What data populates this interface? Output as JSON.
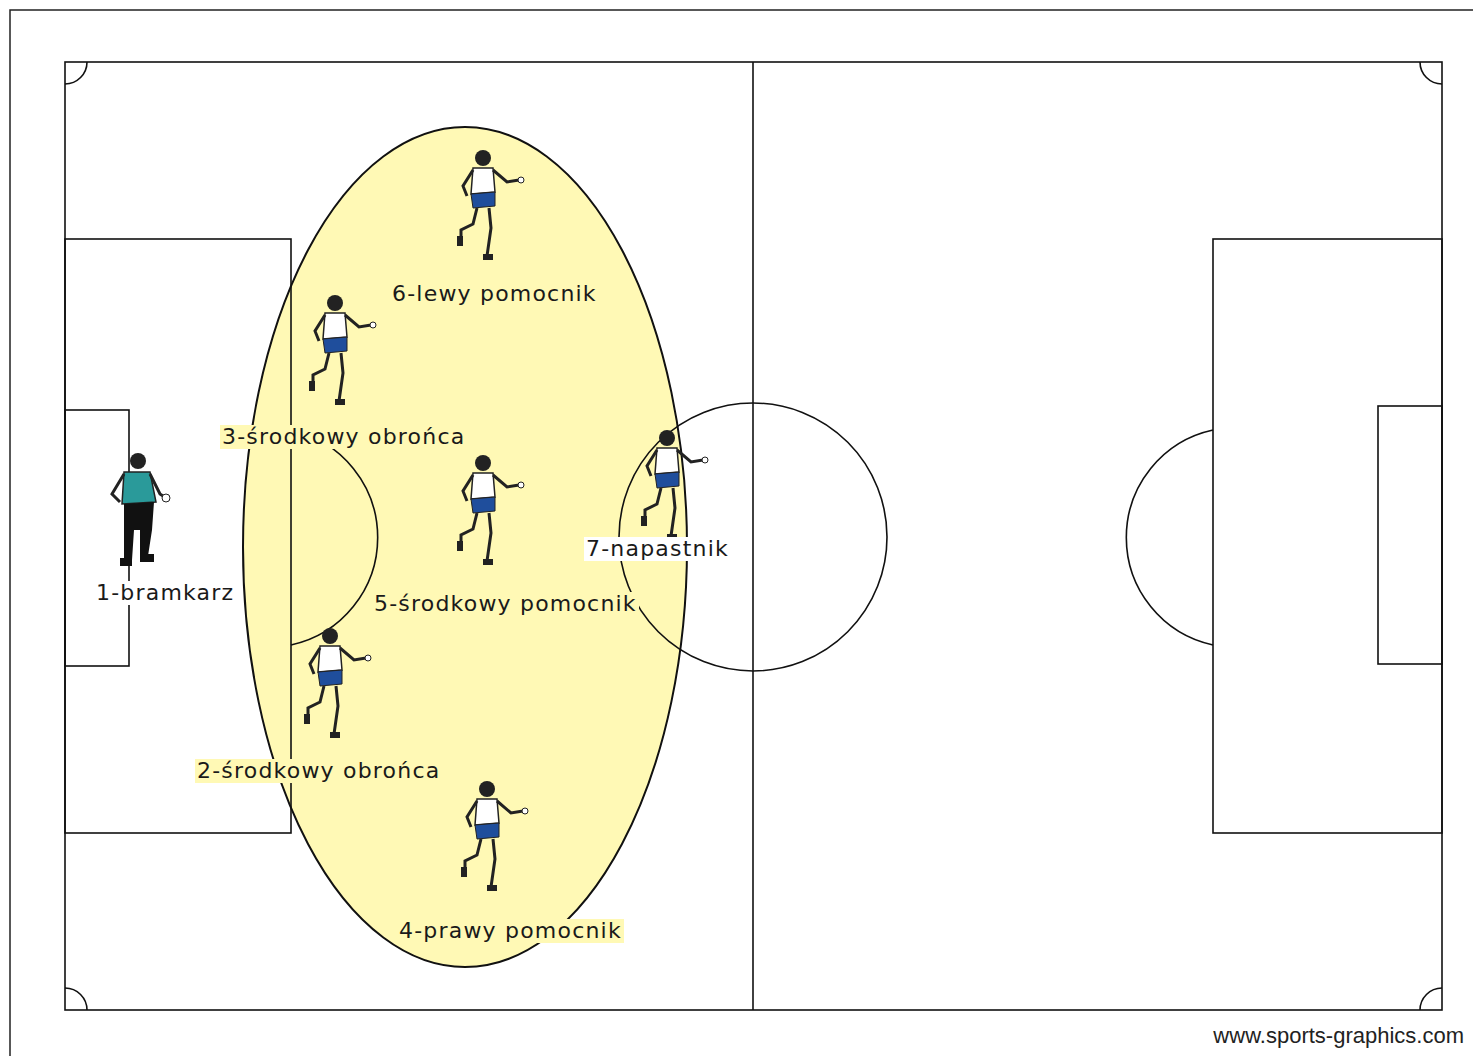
{
  "diagram": {
    "labels": [
      "6-lewy pomocnik",
      "3-środkowy obrońca",
      "1-bramkarz",
      "5-środkowy pomocnik",
      "7-napastnik",
      "2-środkowy obrońca",
      "4-prawy pomocnik",
      "www.sports-graphics.com"
    ]
  }
}
